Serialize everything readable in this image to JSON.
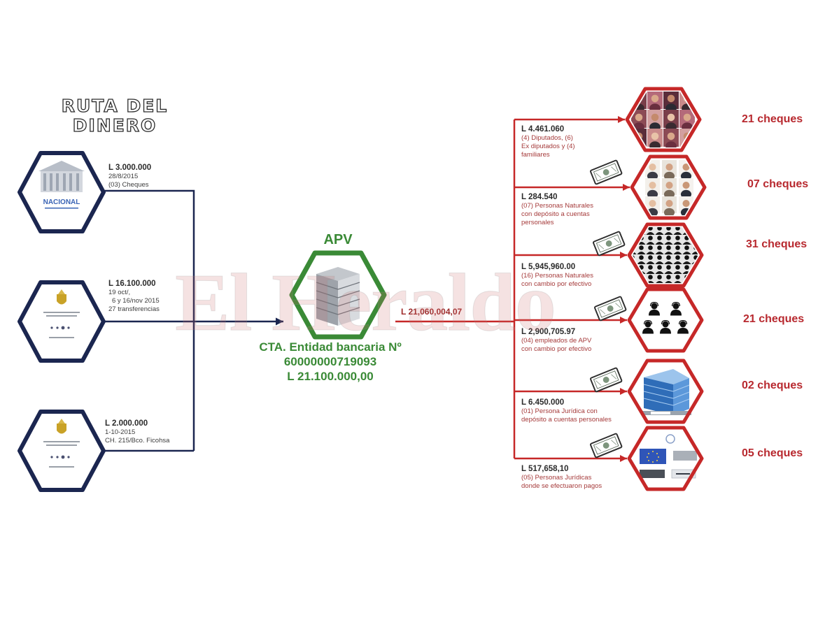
{
  "title": {
    "line1": "RUTA DEL",
    "line2": "DINERO"
  },
  "watermark": "El Heraldo",
  "sources": [
    {
      "amount": "L 3.000.000",
      "lines": [
        "28/8/2015",
        "(03) Cheques"
      ],
      "logo_text": "NACIONAL",
      "icon": "institution-building-logo"
    },
    {
      "amount": "L 16.100.000",
      "lines": [
        "19 oct/,",
        "6 y 16/nov 2015",
        "27 transferencias"
      ],
      "icon": "coat-of-arms-logo"
    },
    {
      "amount": "L 2.000.000",
      "lines": [
        "1-10-2015",
        "CH. 215/Bco. Ficohsa"
      ],
      "icon": "coat-of-arms-logo"
    }
  ],
  "center": {
    "name": "APV",
    "account_label": "CTA. Entidad bancaria Nº",
    "account_number": "60000000719093",
    "balance": "L 21.100.000,00",
    "icon": "server-stack-icon"
  },
  "outflow_total": "L 21,060,004,07",
  "destinations": [
    {
      "amount": "L 4.461.060",
      "lines": [
        "(4) Diputados, (6)",
        "Ex diputados y (4)",
        "familiares"
      ],
      "cheques": "21 cheques",
      "icon": "portrait-collage"
    },
    {
      "amount": "L 284.540",
      "lines": [
        "(07) Personas Naturales",
        "con depósito a cuentas",
        "personales"
      ],
      "cheques": "07 cheques",
      "icon": "portrait-grid"
    },
    {
      "amount": "L 5,945,960.00",
      "lines": [
        "(16) Personas Naturales",
        "con cambio por efectivo"
      ],
      "cheques": "31 cheques",
      "icon": "crowd-icon"
    },
    {
      "amount": "L 2,900,705.97",
      "lines": [
        "(04) empleados de APV",
        "con cambio por efectivo"
      ],
      "cheques": "21 cheques",
      "icon": "people-icons"
    },
    {
      "amount": "L 6.450.000",
      "lines": [
        "(01) Persona Jurídica con",
        "depósito a cuentas personales"
      ],
      "cheques": "02 cheques",
      "icon": "office-building-icon"
    },
    {
      "amount": "L 517,658,10",
      "lines": [
        "(05) Personas Jurídicas",
        "donde se efectuaron pagos"
      ],
      "cheques": "05 cheques",
      "icon": "company-logos"
    }
  ],
  "colors": {
    "source": "#1b2650",
    "center": "#3a8a36",
    "destination": "#c62828",
    "cheques_text": "#b8292f",
    "background": "#ffffff"
  }
}
